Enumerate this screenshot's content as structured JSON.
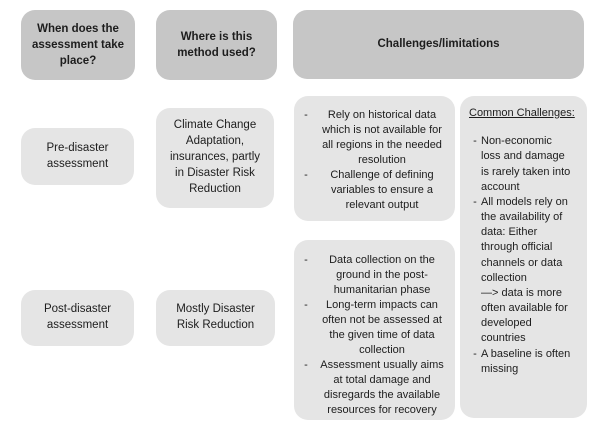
{
  "colors": {
    "header_fill": "#c6c6c6",
    "box_fill": "#e5e5e5",
    "text": "#1d1d1d",
    "background": "#ffffff"
  },
  "bullet_char": "-",
  "headers": [
    {
      "label": "When does the\nassessment take\nplace?"
    },
    {
      "label": "Where is this\nmethod used?"
    },
    {
      "label": "Challenges/limitations"
    }
  ],
  "rows": [
    {
      "when": "Pre-disaster\nassessment",
      "where": "Climate  Change\nAdaptation,\ninsurances, partly\nin Disaster Risk\nReduction",
      "challenges": [
        "Rely on historical data\nwhich is not available for\nall regions in the needed\nresolution",
        "Challenge of defining\nvariables to ensure a\nrelevant output"
      ]
    },
    {
      "when": "Post-disaster\nassessment",
      "where": "Mostly Disaster\nRisk Reduction",
      "challenges": [
        "Data collection on the\nground in the post-\nhumanitarian phase",
        "Long-term impacts can\noften not be assessed at\nthe given time of data\ncollection",
        "Assessment usually aims\nat total damage and\ndisregards the available\nresources for recovery"
      ]
    }
  ],
  "common_challenges": {
    "heading": "Common Challenges:",
    "items": [
      "Non-economic\nloss and damage\nis rarely taken into\naccount",
      "All models rely on\nthe availability of\ndata: Either\nthrough official\nchannels or data\ncollection\n—> data is more\noften available for\ndeveloped\ncountries",
      "A baseline is often\nmissing"
    ]
  }
}
